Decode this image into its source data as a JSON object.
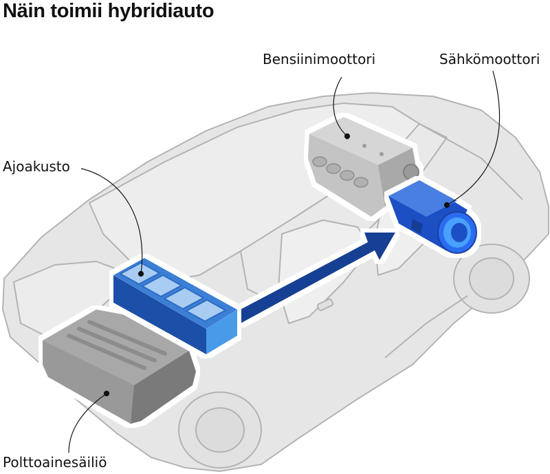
{
  "title": "Näin toimii hybridiauto",
  "labels": {
    "engine": "Bensiinimoottori",
    "motor": "Sähkömoottori",
    "battery": "Ajoakusto",
    "tank": "Polttoainesäiliö"
  },
  "colors": {
    "car_body": "#e6e6e6",
    "car_outline": "#b3b3b3",
    "battery": "#1b4fa8",
    "battery_cell": "#a9cdf2",
    "motor": "#1d4fc4",
    "arrow": "#123f94",
    "tank": "#8a8a8a",
    "engine": "#cfcfcf"
  },
  "icons": [
    "car-outline-illustration",
    "fuel-tank-icon",
    "battery-pack-icon",
    "petrol-engine-icon",
    "electric-motor-icon",
    "energy-flow-arrow-icon"
  ]
}
